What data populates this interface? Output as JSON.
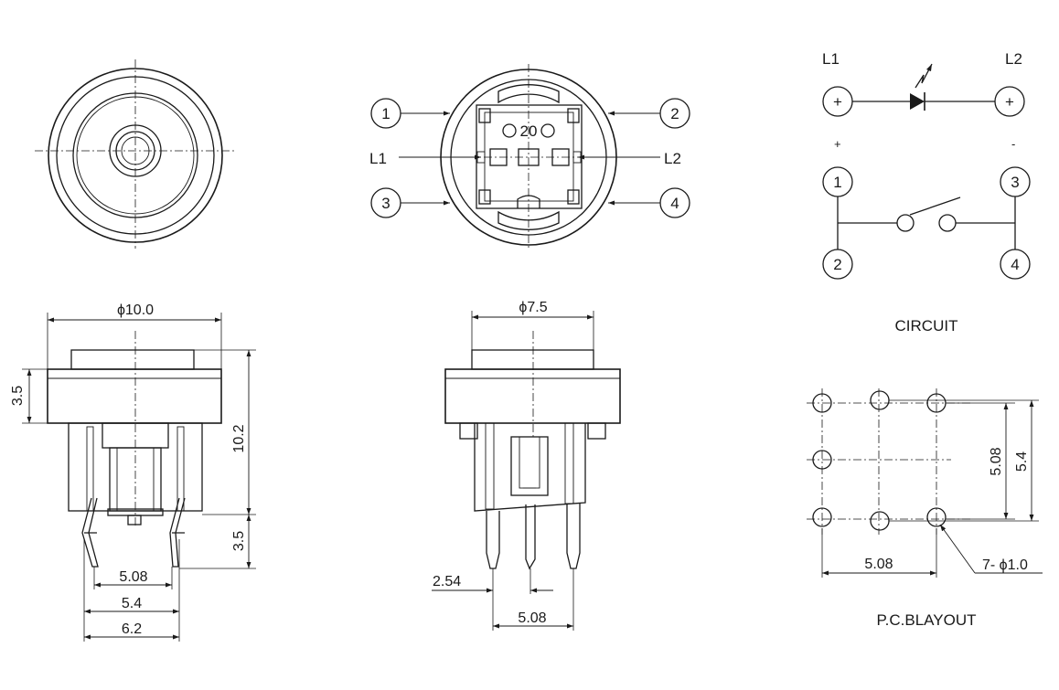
{
  "pin_callouts": {
    "p1": "1",
    "p2": "2",
    "p3": "3",
    "p4": "4",
    "l1": "L1",
    "l2": "L2"
  },
  "body_mark": "20",
  "dimensions": {
    "side_diameter": "ϕ10.0",
    "side_cap": "3.5",
    "side_height": "10.2",
    "side_pin": "3.5",
    "side_w1": "5.08",
    "side_w2": "5.4",
    "side_w3": "6.2",
    "front_diameter": "ϕ7.5",
    "front_w1": "2.54",
    "front_w2": "5.08"
  },
  "circuit": {
    "title": "CIRCUIT",
    "l1": "L1",
    "l2": "L2",
    "plus_symbol": "+",
    "plus": "+",
    "minus": "-",
    "pins": [
      "1",
      "2",
      "3",
      "4"
    ]
  },
  "pcb": {
    "title": "P.C.BLAYOUT",
    "dim_h": "5.08",
    "dim_v1": "5.08",
    "dim_v2": "5.4",
    "hole_note": "7- ϕ1.0"
  }
}
